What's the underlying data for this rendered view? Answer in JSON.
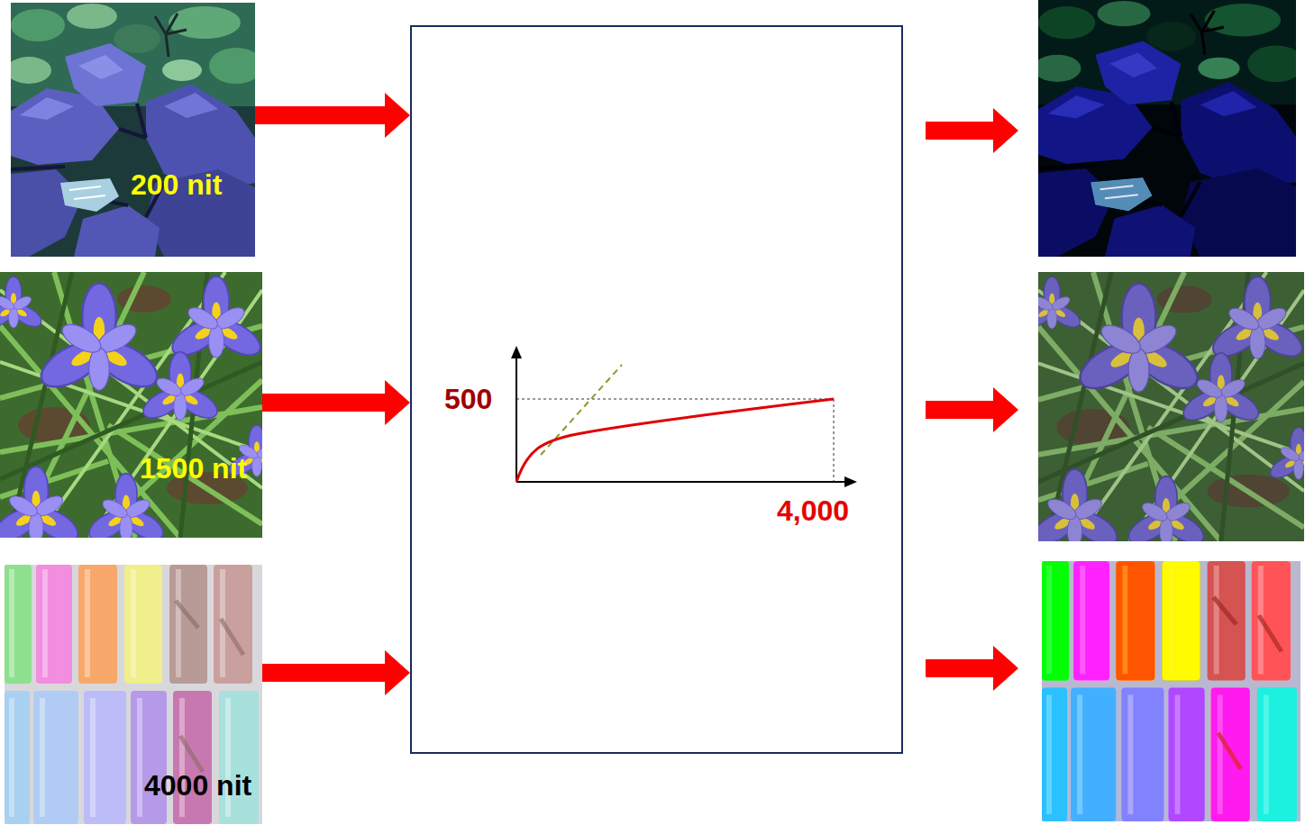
{
  "diagram": {
    "nodes": [
      {
        "text": [
          "200 nit"
        ]
      },
      {
        "text": [
          "1500 nit"
        ]
      },
      {
        "text": [
          "4000 nit"
        ]
      },
      {
        "text": [
          "500",
          "4,000"
        ]
      }
    ],
    "edges": [
      {
        "from": 0,
        "to": 3,
        "arrow": "to"
      },
      {
        "from": 1,
        "to": 3,
        "arrow": "to"
      },
      {
        "from": 2,
        "to": 3,
        "arrow": "to"
      }
    ]
  }
}
